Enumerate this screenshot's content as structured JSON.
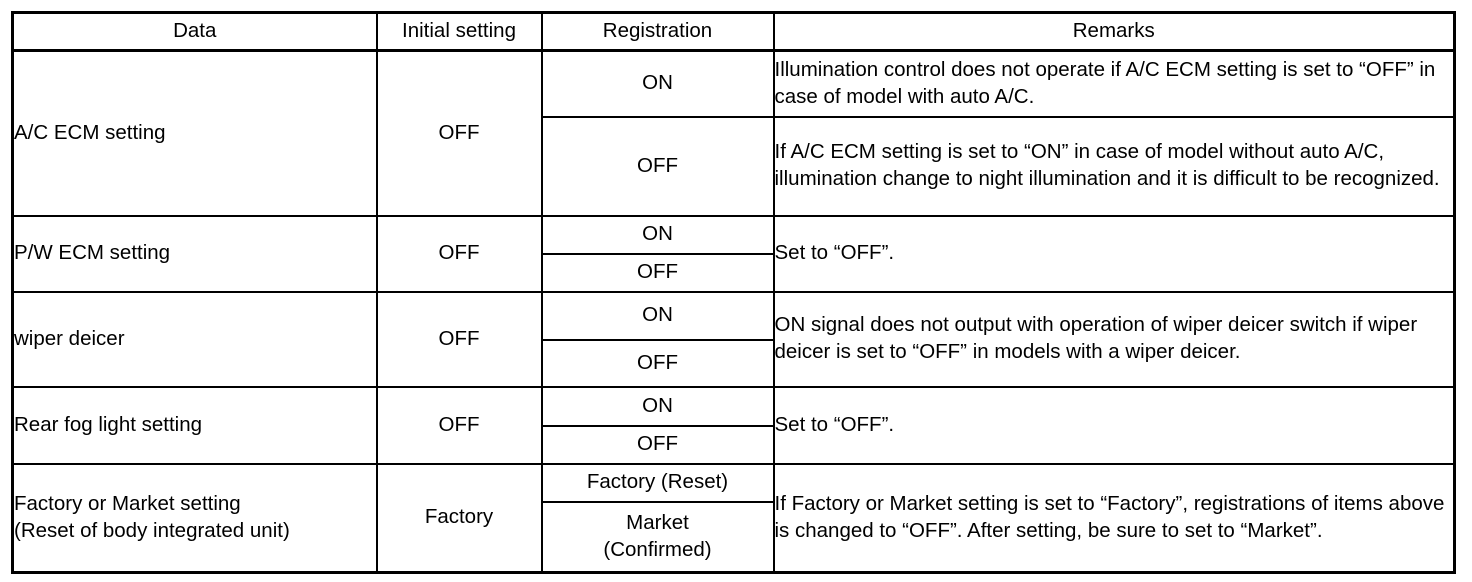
{
  "table": {
    "headers": {
      "data": "Data",
      "initial_setting": "Initial setting",
      "registration": "Registration",
      "remarks": "Remarks"
    },
    "rows": [
      {
        "data": "A/C ECM setting",
        "initial_setting": "OFF",
        "registrations": [
          {
            "value": "ON",
            "remark": "Illumination control does not operate if A/C ECM setting is set to “OFF” in case of model with auto A/C."
          },
          {
            "value": "OFF",
            "remark": "If A/C ECM setting is set to “ON” in case of model without auto A/C, illumination change to night illumination and it is difficult to be recognized."
          }
        ]
      },
      {
        "data": "P/W ECM setting",
        "initial_setting": "OFF",
        "registrations": [
          {
            "value": "ON"
          },
          {
            "value": "OFF"
          }
        ],
        "remark": "Set to “OFF”."
      },
      {
        "data": "wiper deicer",
        "initial_setting": "OFF",
        "registrations": [
          {
            "value": "ON"
          },
          {
            "value": "OFF"
          }
        ],
        "remark": "ON signal does not output with operation of wiper deicer switch if wiper deicer is set to “OFF” in models with a wiper deicer."
      },
      {
        "data": "Rear fog light setting",
        "initial_setting": "OFF",
        "registrations": [
          {
            "value": "ON"
          },
          {
            "value": "OFF"
          }
        ],
        "remark": "Set to “OFF”."
      },
      {
        "data_line1": "Factory or Market setting",
        "data_line2": "(Reset of body integrated unit)",
        "initial_setting": "Factory",
        "registrations": [
          {
            "value": "Factory (Reset)"
          },
          {
            "value_line1": "Market",
            "value_line2": "(Confirmed)"
          }
        ],
        "remark": "If Factory or Market setting is set to “Factory”, registrations of items above is changed to “OFF”. After setting, be sure to set to “Market”."
      }
    ]
  }
}
